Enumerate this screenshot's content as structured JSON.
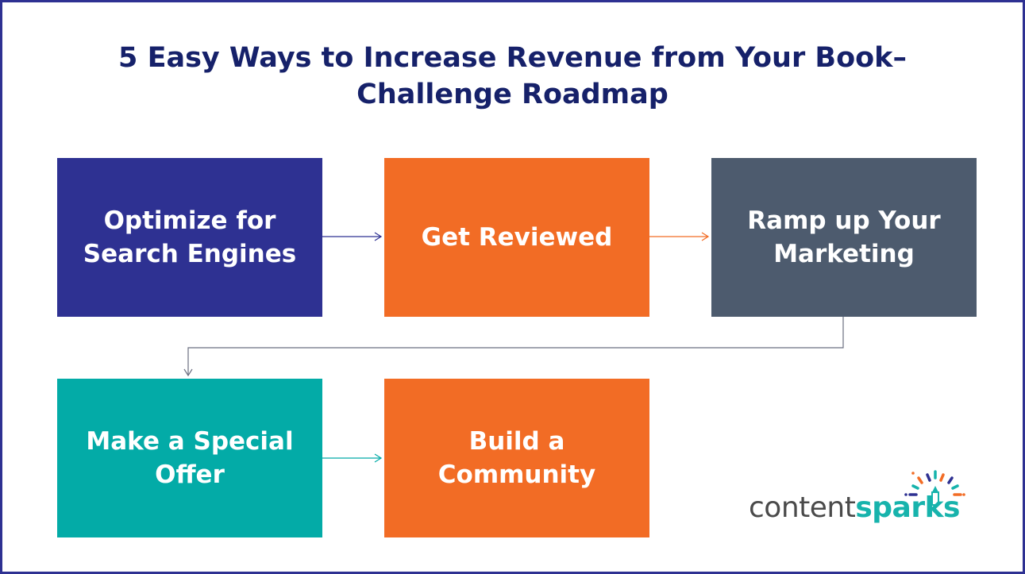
{
  "title": {
    "line1": "5 Easy Ways to Increase Revenue from Your Book–",
    "line2": "Challenge Roadmap"
  },
  "steps": [
    {
      "lines": [
        "Optimize for",
        "Search Engines"
      ],
      "color": "#2e3192"
    },
    {
      "lines": [
        "Get Reviewed"
      ],
      "color": "#f26c25"
    },
    {
      "lines": [
        "Ramp up Your",
        "Marketing"
      ],
      "color": "#4d5b6e"
    },
    {
      "lines": [
        "Make a Special",
        "Offer"
      ],
      "color": "#03aba7"
    },
    {
      "lines": [
        "Build a",
        "Community"
      ],
      "color": "#f26c25"
    }
  ],
  "connectors": [
    {
      "from": 1,
      "to": 2,
      "color": "#2e3192"
    },
    {
      "from": 2,
      "to": 3,
      "color": "#f26c25"
    },
    {
      "from": 3,
      "to": 4,
      "color": "#6b6f80"
    },
    {
      "from": 4,
      "to": 5,
      "color": "#03aba7"
    }
  ],
  "logo": {
    "word1": "content",
    "word2": "sparks",
    "icon": "sparks-rays-pencil-icon",
    "colors": {
      "teal": "#17b3ac",
      "navy": "#2e3192",
      "orange": "#f26c25",
      "gray": "#4a4a4a"
    }
  },
  "frame_color": "#2e3192"
}
